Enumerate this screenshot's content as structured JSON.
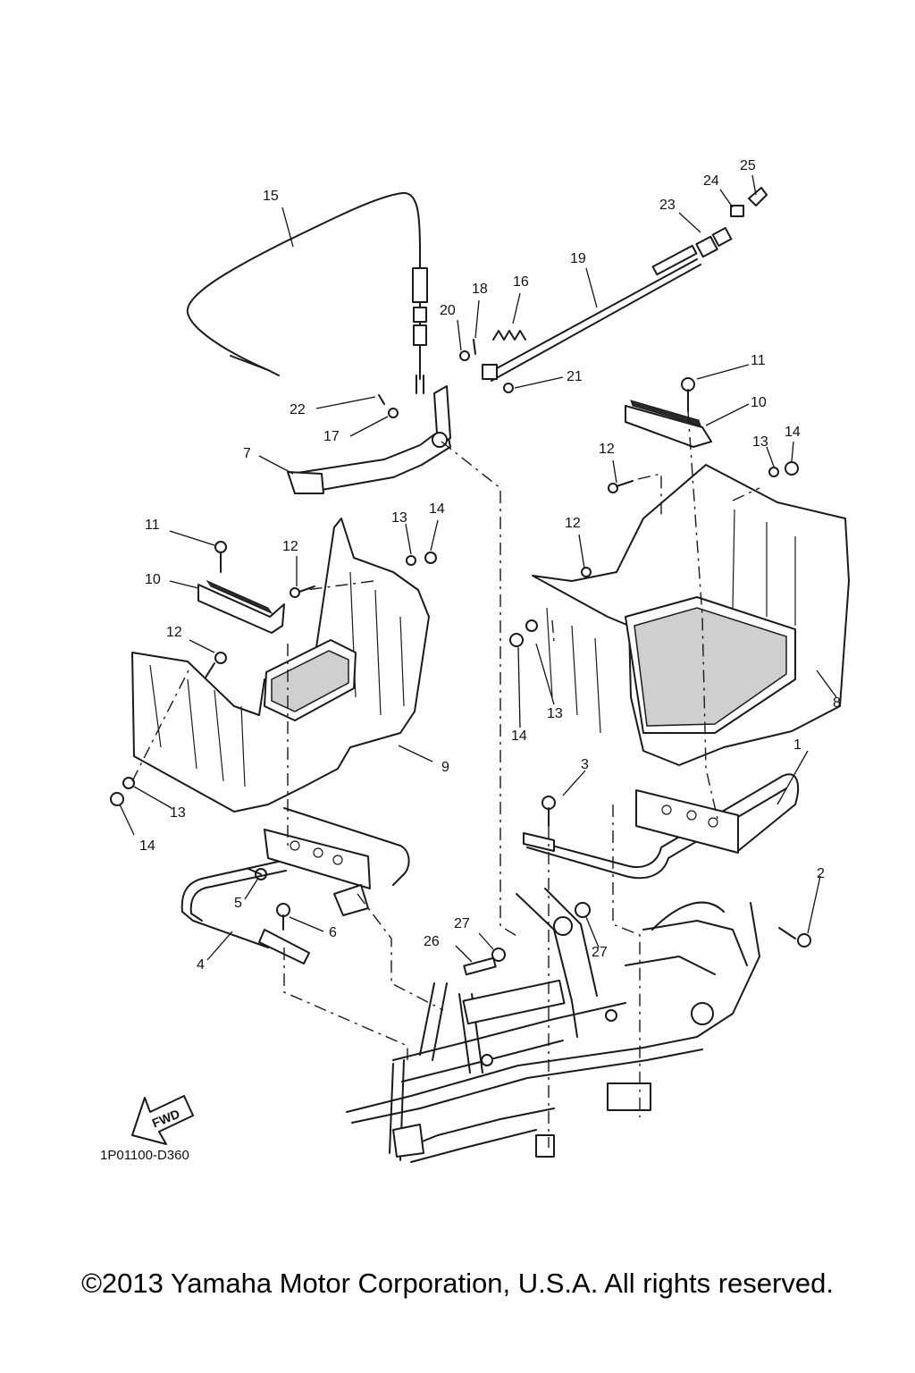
{
  "callouts": {
    "c1": "1",
    "c2": "2",
    "c3": "3",
    "c4": "4",
    "c5": "5",
    "c6": "6",
    "c7": "7",
    "c8": "8",
    "c9": "9",
    "c10a": "10",
    "c10b": "10",
    "c11a": "11",
    "c11b": "11",
    "c12a": "12",
    "c12b": "12",
    "c12c": "12",
    "c12d": "12",
    "c13a": "13",
    "c13b": "13",
    "c13c": "13",
    "c13d": "13",
    "c14a": "14",
    "c14b": "14",
    "c14c": "14",
    "c14d": "14",
    "c15": "15",
    "c16": "16",
    "c17": "17",
    "c18": "18",
    "c19": "19",
    "c20": "20",
    "c21": "21",
    "c22": "22",
    "c23": "23",
    "c24": "24",
    "c25": "25",
    "c26": "26",
    "c27a": "27",
    "c27b": "27"
  },
  "fwd_label": "FWD",
  "drawing_code": "1P01100-D360",
  "copyright": "©2013 Yamaha Motor Corporation, U.S.A. All rights reserved.",
  "colors": {
    "line": "#1a1a1a",
    "background": "#ffffff"
  }
}
